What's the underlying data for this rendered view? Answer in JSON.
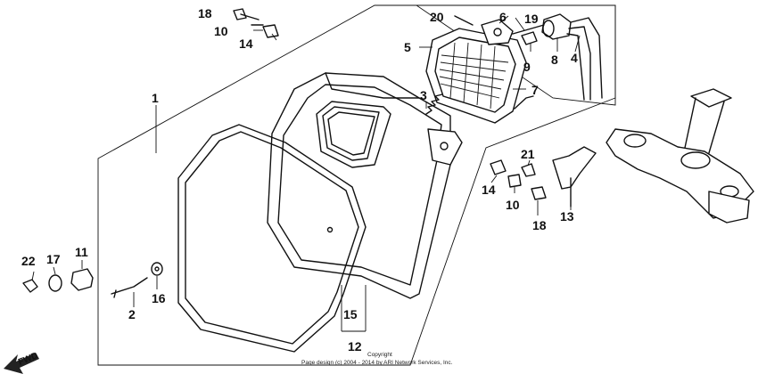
{
  "labels": {
    "l1": "1",
    "l2": "2",
    "l3": "3",
    "l4": "4",
    "l5": "5",
    "l6": "6",
    "l7": "7",
    "l8": "8",
    "l9": "9",
    "l10a": "10",
    "l10b": "10",
    "l11": "11",
    "l12": "12",
    "l13": "13",
    "l14a": "14",
    "l14b": "14",
    "l15": "15",
    "l16": "16",
    "l17": "17",
    "l18a": "18",
    "l18b": "18",
    "l19": "19",
    "l20": "20",
    "l21": "21",
    "l22": "22"
  },
  "fwd": "FWD",
  "copyright": {
    "line1": "Copyright",
    "line2": "Page design (c) 2004 - 2014 by ARI Network Services, Inc."
  }
}
